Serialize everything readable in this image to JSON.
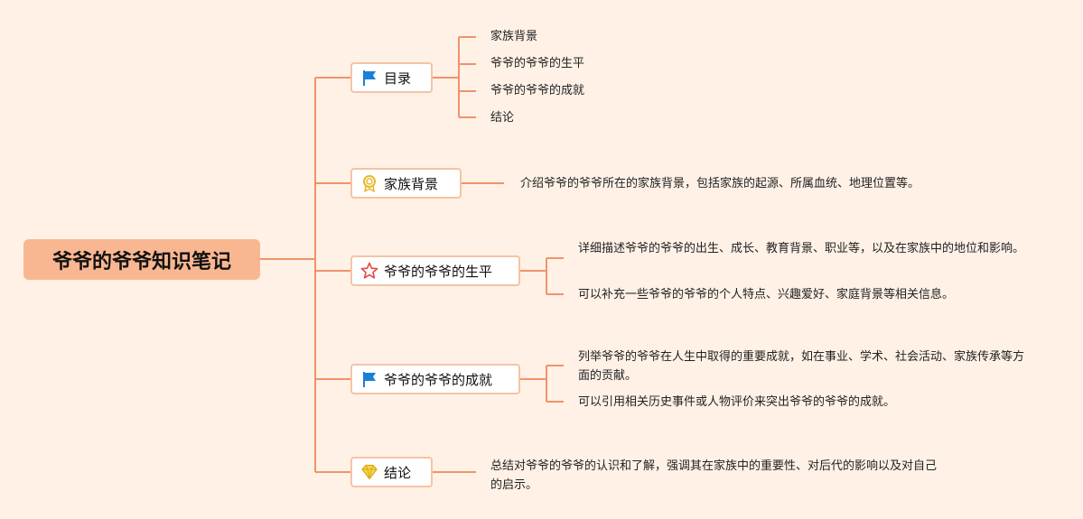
{
  "root": {
    "title": "爷爷的爷爷知识笔记"
  },
  "branches": [
    {
      "label": "目录",
      "icon": "blue-flag-icon",
      "children": [
        "家族背景",
        "爷爷的爷爷的生平",
        "爷爷的爷爷的成就",
        "结论"
      ]
    },
    {
      "label": "家族背景",
      "icon": "award-medal-icon",
      "children": [
        "介绍爷爷的爷爷所在的家族背景，包括家族的起源、所属血统、地理位置等。"
      ]
    },
    {
      "label": "爷爷的爷爷的生平",
      "icon": "red-star-icon",
      "children": [
        "详细描述爷爷的爷爷的出生、成长、教育背景、职业等，以及在家族中的地位和影响。",
        "可以补充一些爷爷的爷爷的个人特点、兴趣爱好、家庭背景等相关信息。"
      ]
    },
    {
      "label": "爷爷的爷爷的成就",
      "icon": "blue-flag-icon",
      "children": [
        "列举爷爷的爷爷在人生中取得的重要成就，如在事业、学术、社会活动、家族传承等方面的贡献。",
        "可以引用相关历史事件或人物评价来突出爷爷的爷爷的成就。"
      ]
    },
    {
      "label": "结论",
      "icon": "diamond-icon",
      "children": [
        "总结对爷爷的爷爷的认识和了解，强调其在家族中的重要性、对后代的影响以及对自己的启示。"
      ]
    }
  ],
  "colors": {
    "background": "#fff1e6",
    "root_fill": "#f9b791",
    "line": "#f0936b",
    "node_border": "#f6c3a3",
    "flag": "#1a7fd6",
    "star": "#e54848",
    "medal": "#e8b82c"
  }
}
